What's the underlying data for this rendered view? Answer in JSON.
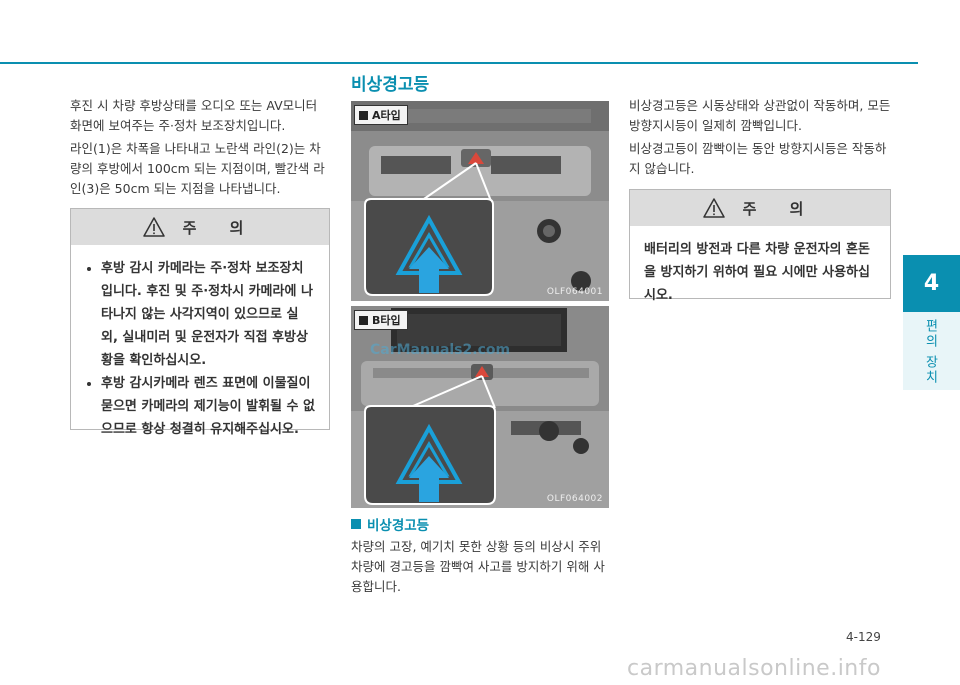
{
  "left_column": {
    "paragraphs": [
      "후진 시 차량 후방상태를 오디오 또는 AV모니터 화면에 보여주는 주·정차 보조장치입니다.",
      "라인(1)은 차폭을 나타내고 노란색 라인(2)는 차량의 후방에서 100cm 되는 지점이며, 빨간색 라인(3)은 50cm 되는 지점을 나타냅니다."
    ],
    "caution": {
      "title": "주 의",
      "items": [
        "후방 감시 카메라는 주·정차 보조장치입니다. 후진 및 주·정차시 카메라에 나타나지 않는 사각지역이 있으므로 실외, 실내미러 및 운전자가 직접 후방상황을 확인하십시오.",
        "후방 감시카메라 렌즈 표면에 이물질이 묻으면 카메라의 제기능이 발휘될 수 없으므로 항상 청결히 유지해주십시오."
      ]
    }
  },
  "center_column": {
    "section_title": "비상경고등",
    "photo_a": {
      "badge": "A타입",
      "code": "OLF064001"
    },
    "photo_b": {
      "badge": "B타입",
      "code": "OLF064002"
    },
    "watermark": "CarManuals2.com",
    "sub_title": "비상경고등",
    "paragraph": "차량의 고장, 예기치 못한 상황 등의 비상시 주위 차량에 경고등을 깜빡여 사고를 방지하기 위해 사용합니다."
  },
  "right_column": {
    "paragraphs": [
      "비상경고등은 시동상태와 상관없이 작동하며, 모든 방향지시등이 일제히 깜빡입니다.",
      "비상경고등이 깜빡이는 동안 방향지시등은 작동하지 않습니다."
    ],
    "caution": {
      "title": "주 의",
      "body": "배터리의 방전과 다른 차량 운전자의 혼돈을 방지하기 위하여 필요 시에만 사용하십시오."
    }
  },
  "side_tab": {
    "number": "4",
    "label": "편의 장치"
  },
  "page_number": "4-129",
  "footer_watermark": "carmanualsonline.info",
  "colors": {
    "accent": "#0a8fb0",
    "caution_header": "#dcdcdc"
  }
}
